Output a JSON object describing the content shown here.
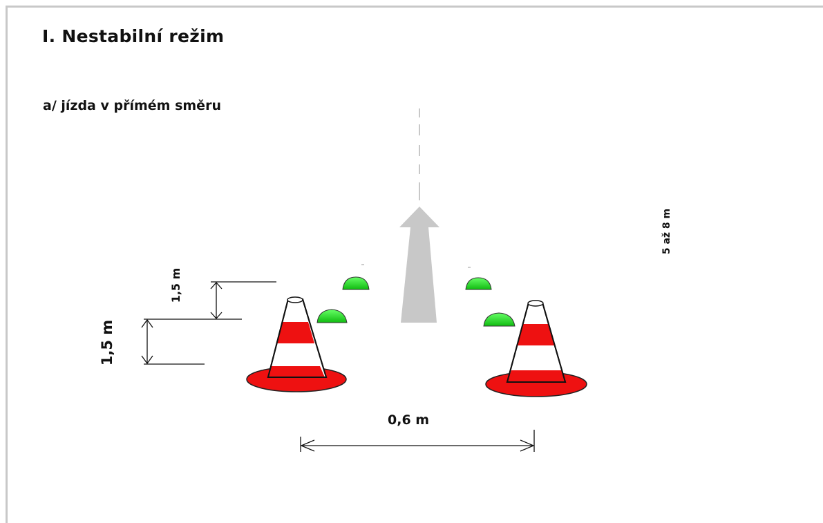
{
  "title": "I.  Nestabilní režim",
  "subtitle": "a/ jízda v přímém směru",
  "dimensions": {
    "gap_upper": "1,5 m",
    "gap_lower": "1,5 m",
    "track_length": "5 až 8 m",
    "cone_spacing": "0,6 m"
  },
  "colors": {
    "cone_red": "#ee1111",
    "marker_green": "#22dd22",
    "arrow_gray": "#c8c8c8",
    "frame_gray": "#c8c8c8"
  }
}
